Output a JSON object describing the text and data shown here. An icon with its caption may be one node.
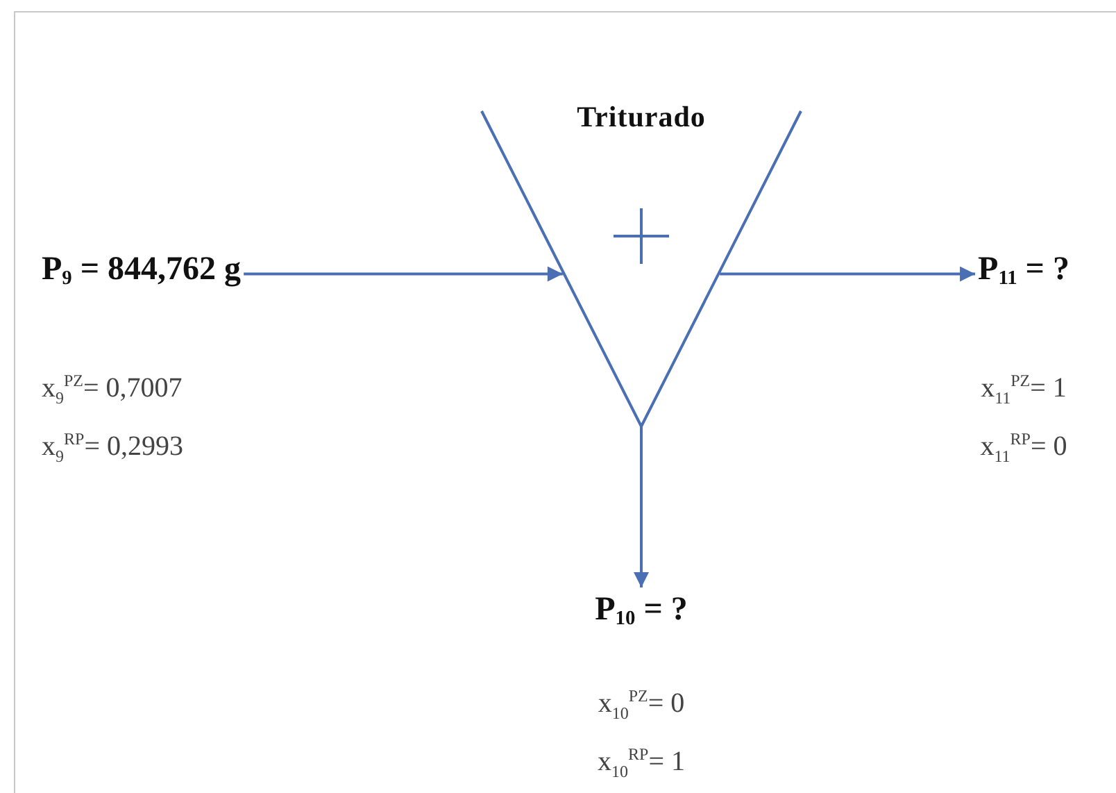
{
  "diagram": {
    "nodes": [
      {
        "text": [
          "Triturado"
        ]
      },
      {
        "text": [
          "P$_{9}$ = 844,762  g"
        ],
        "beside": [
          "x$_{9}$$^{PZ}$= 0,7007",
          "x$_{9}$$^{RP}$= 0,2993"
        ]
      },
      {
        "text": [
          "P$_{11}$ = ?"
        ],
        "beside": [
          "x$_{11}$$^{PZ}$= 1",
          "x$_{11}$$^{RP}$= 0"
        ]
      },
      {
        "text": [
          "P$_{10}$ = ?"
        ],
        "beside": [
          "x$_{10}$$^{PZ}$= 0",
          "x$_{10}$$^{RP}$= 1"
        ]
      }
    ],
    "edges": [
      {
        "from": 1,
        "to": 0,
        "arrow": "to"
      },
      {
        "from": 0,
        "to": 2,
        "arrow": "to"
      },
      {
        "from": 0,
        "to": 3,
        "arrow": "to"
      }
    ]
  }
}
